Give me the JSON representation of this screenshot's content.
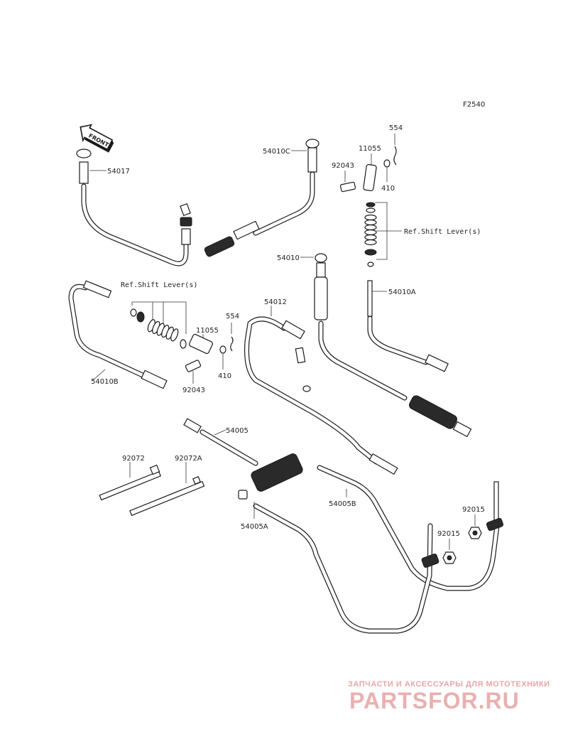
{
  "figure_code": "F2540",
  "front_marker": "FRONT",
  "part_labels": {
    "p54017": "54017",
    "p54010C": "54010C",
    "p11055_top": "11055",
    "p554_top": "554",
    "p92043_top": "92043",
    "p410_top": "410",
    "ref_shift_top": "Ref.Shift Lever(s)",
    "p54010": "54010",
    "p54010A": "54010A",
    "ref_shift_left": "Ref.Shift Lever(s)",
    "p554_mid": "554",
    "p11055_mid": "11055",
    "p54012": "54012",
    "p410_mid": "410",
    "p54010B": "54010B",
    "p92043_mid": "92043",
    "p54005": "54005",
    "p92072": "92072",
    "p92072A": "92072A",
    "p54005B": "54005B",
    "p92015_a": "92015",
    "p92015_b": "92015",
    "p54005A": "54005A"
  },
  "watermark": {
    "tagline": "ЗАПЧАСТИ И АКСЕССУАРЫ ДЛЯ МОТОТЕХНИКИ",
    "logo": "PARTSFOR.RU"
  }
}
